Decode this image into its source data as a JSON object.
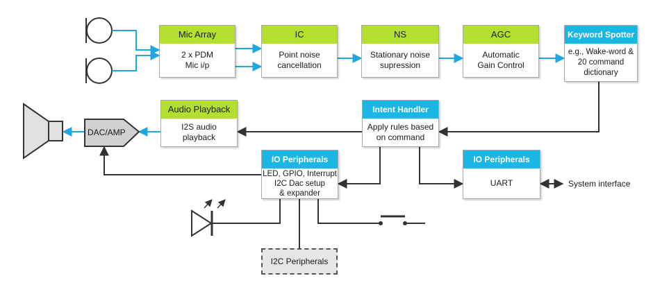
{
  "blocks": {
    "mic_array": {
      "title": "Mic Array",
      "body": "2 x PDM\nMic i/p"
    },
    "ic": {
      "title": "IC",
      "body": "Point noise\ncancellation"
    },
    "ns": {
      "title": "NS",
      "body": "Stationary noise\nsupression"
    },
    "agc": {
      "title": "AGC",
      "body": "Automatic\nGain Control"
    },
    "keyword_spotter": {
      "title": "Keyword Spotter",
      "body": "e.g., Wake-word &\n20 command\ndictionary"
    },
    "audio_playback": {
      "title": "Audio Playback",
      "body": "I2S audio\nplayback"
    },
    "intent_handler": {
      "title": "Intent Handler",
      "body": "Apply rules based\non command"
    },
    "io_peripherals_left": {
      "title": "IO Peripherals",
      "body": "LED, GPIO, Interrupt\nI2C Dac setup\n& expander"
    },
    "io_peripherals_right": {
      "title": "IO Peripherals",
      "body": "UART"
    }
  },
  "labels": {
    "dac_amp": "DAC/AMP",
    "i2c_peripherals": "I2C Peripherals",
    "system_interface": "System interface"
  },
  "colors": {
    "header_green": "#b3e02f",
    "header_cyan": "#19b8e4",
    "signal_blue": "#1fa8e0",
    "control_dark": "#333333"
  }
}
